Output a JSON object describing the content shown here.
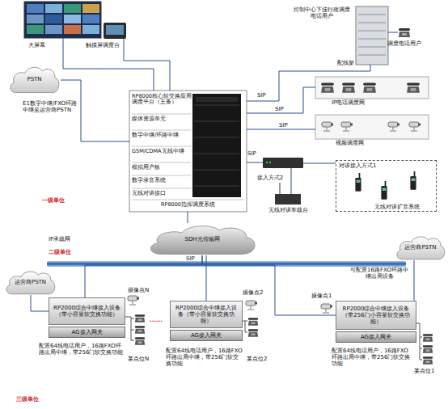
{
  "diagram": {
    "nodes": [
      {
        "text": [
          "大屏幕"
        ]
      },
      {
        "text": [
          "触摸屏调度台"
        ]
      },
      {
        "text": [
          "PSTN"
        ]
      },
      {
        "text": [
          "RP8000核心软交换应用调度平台（主备）",
          "媒体资源单元",
          "数字中继/环路中继",
          "GSM/CDMA无线中继",
          "模拟用户板",
          "数字录音系统",
          "无线对讲接口",
          "RP8000指挥调度系统"
        ]
      },
      {
        "text": [
          "配线架"
        ]
      },
      {
        "text": [
          "调度电话用户"
        ]
      },
      {
        "text": [
          "IP电话调度网"
        ]
      },
      {
        "text": [
          "视频调度网"
        ]
      },
      {
        "text": [
          "接入方式2"
        ]
      },
      {
        "text": [
          "对讲接入方式1",
          "无线对讲扩音系统"
        ]
      },
      {
        "text": [
          "无线对讲车载台"
        ]
      },
      {
        "text": [
          "SDH光传输网"
        ]
      },
      {
        "text": [
          "运营商PSTN"
        ]
      },
      {
        "text": [
          "RP2000综合中继接入设备（带小容量软交换功能）"
        ]
      },
      {
        "text": [
          "AG接入网关"
        ]
      },
      {
        "text": [
          "RP2000综合中继接入设备（带小容量软交换功能）"
        ]
      },
      {
        "text": [
          "AG接入网关"
        ]
      },
      {
        "text": [
          "RP2000综合中继接入设备（带256门小容量软交换功能）"
        ]
      },
      {
        "text": [
          "AG接入网关"
        ]
      },
      {
        "text": [
          "运营商PSTN"
        ]
      }
    ],
    "edges": [
      {
        "from": 0,
        "to": 3,
        "arrow": "none"
      },
      {
        "from": 1,
        "to": 3,
        "arrow": "none"
      },
      {
        "from": 2,
        "to": 3,
        "label": "E1数字中继/FXO环路中继至运营商PSTN",
        "arrow": "none"
      },
      {
        "from": 3,
        "to": 4,
        "label": "SIP",
        "arrow": "none"
      },
      {
        "from": 3,
        "to": 6,
        "label": "SIP",
        "arrow": "none"
      },
      {
        "from": 3,
        "to": 7,
        "label": "SIP",
        "arrow": "none"
      },
      {
        "from": 3,
        "to": 8,
        "label": "SIP",
        "arrow": "none"
      },
      {
        "from": 4,
        "to": 5,
        "arrow": "none"
      },
      {
        "from": 8,
        "to": 9,
        "arrow": "none"
      },
      {
        "from": 8,
        "to": 10,
        "arrow": "none"
      },
      {
        "from": 3,
        "to": 11,
        "arrow": "none"
      },
      {
        "from": 11,
        "to": 13,
        "arrow": "none"
      },
      {
        "from": 11,
        "to": 15,
        "arrow": "none"
      },
      {
        "from": 11,
        "to": 17,
        "arrow": "none"
      },
      {
        "from": 12,
        "to": 13,
        "arrow": "none"
      },
      {
        "from": 19,
        "to": 17,
        "arrow": "none"
      }
    ],
    "labels": [
      "控制中心下挂行政调度电话用户",
      "一级单位",
      "IP承载网",
      "二级单位",
      "SIP",
      "可配置16路FXO环路中继出局设备",
      "摄像点N",
      "摄像点2",
      "摄像点1",
      "......",
      "配置64线电话用户，16路FXO环路出局中继，带256门软交换功能",
      "配置64线电话用户，16路FXO环路出局中继，带256门软交换功能",
      "配置64线电话用户，16路FXO环路出局中继，带256门软交换功能",
      "某点位N",
      "某点位2",
      "某点位1",
      "三级单位"
    ]
  }
}
